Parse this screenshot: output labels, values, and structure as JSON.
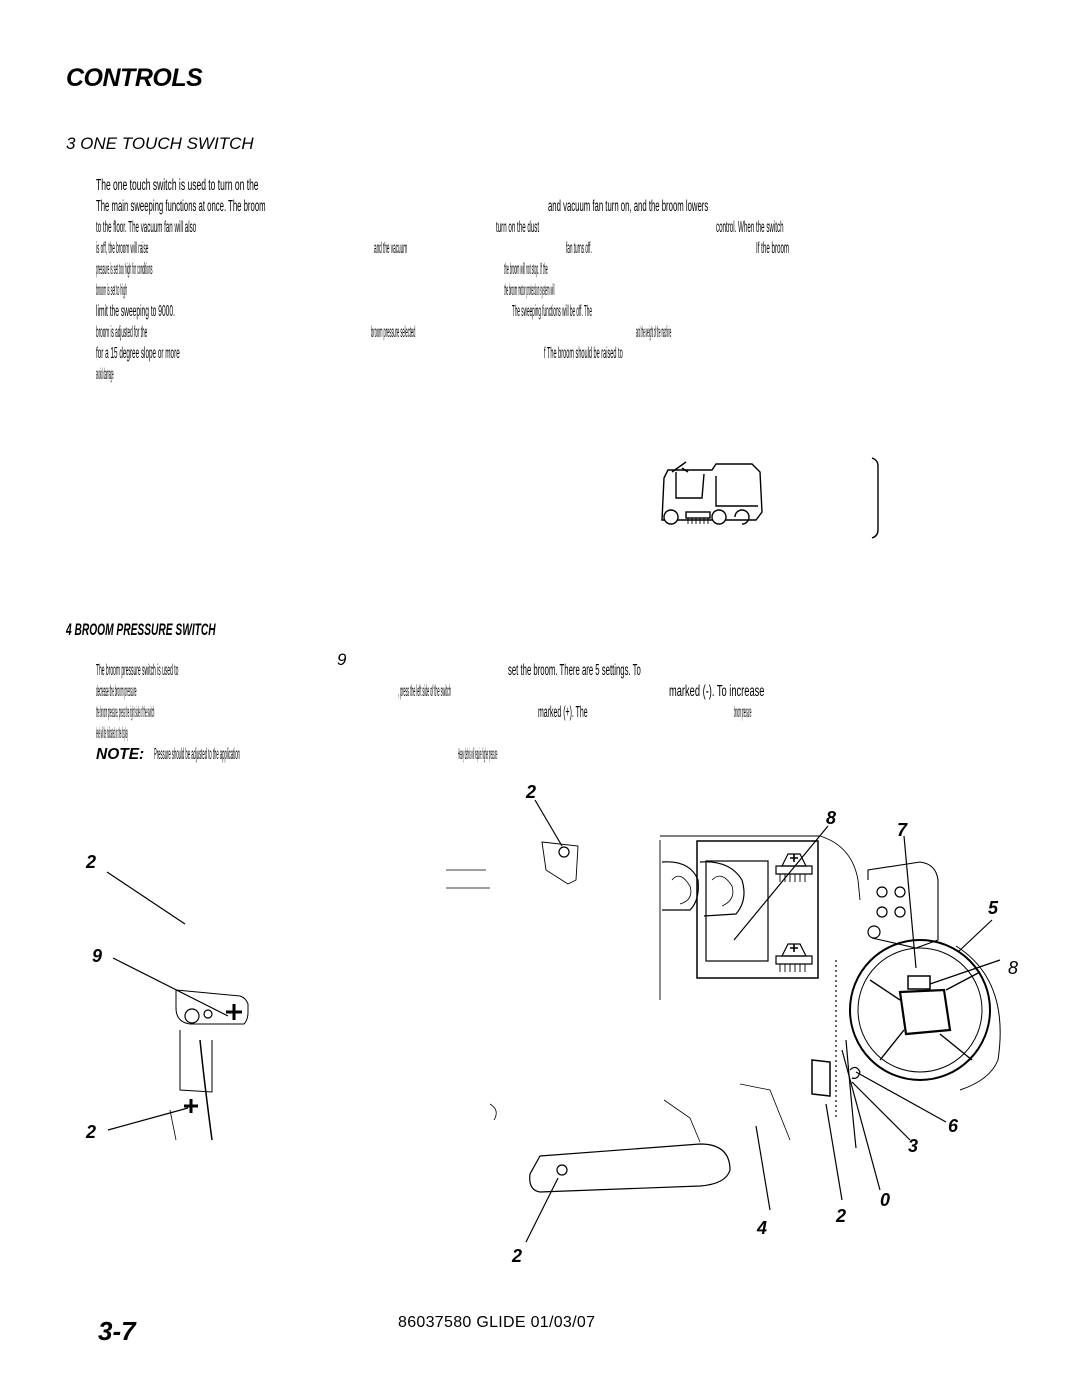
{
  "header": {
    "title": "CONTROLS"
  },
  "section3": {
    "heading": "3  ONE TOUCH SWITCH",
    "lines": [
      [
        "The one touch switch is used to turn on the"
      ],
      [
        "The main sweeping functions at once. The broom",
        "and vacuum fan turn on, and the broom lowers"
      ],
      [
        "to the floor. The vacuum fan will also",
        "turn on the dust",
        "control. When the switch"
      ],
      [
        "is off, the broom will raise",
        "and the vacuum",
        "fan turns off.",
        "If the broom"
      ],
      [
        "pressure is set too high for conditions",
        "the broom will not stop. If the"
      ],
      [
        "broom is set to high",
        "the broom motor protection system will"
      ],
      [
        "limit the sweeping to 9000.",
        "The sweeping functions will be off. The"
      ],
      [
        "broom is adjusted for the",
        "broom pressure selected",
        "and the weight of the machine"
      ],
      [
        "for a 15 degree slope or more",
        "f  The broom should be raised to"
      ],
      [
        "avoid damage"
      ]
    ]
  },
  "section4": {
    "heading": "4  BROOM PRESSURE SWITCH",
    "marker": "9",
    "lines": [
      [
        "The broom pressure switch is used to",
        "set the broom. There are 5 settings. To"
      ],
      [
        "decrease the broom pressure",
        ", press the left side of the switch",
        "marked (-). To increase"
      ],
      [
        "the broom pressure, press the right side of the switch",
        "marked (+). The",
        "broom pressure"
      ],
      [
        "level will be indicated on the display"
      ]
    ],
    "note_label": "NOTE:",
    "note_lines": [
      "Pressure should be adjusted to the application",
      "Heavy debris will require higher pressure"
    ]
  },
  "callouts": [
    "2",
    "8",
    "7",
    "2",
    "5",
    "9",
    "8",
    "6",
    "2",
    "3",
    "0",
    "4",
    "2",
    "2"
  ],
  "footer": {
    "page": "3-7",
    "doc": "86037580  GLIDE  01/03/07"
  }
}
